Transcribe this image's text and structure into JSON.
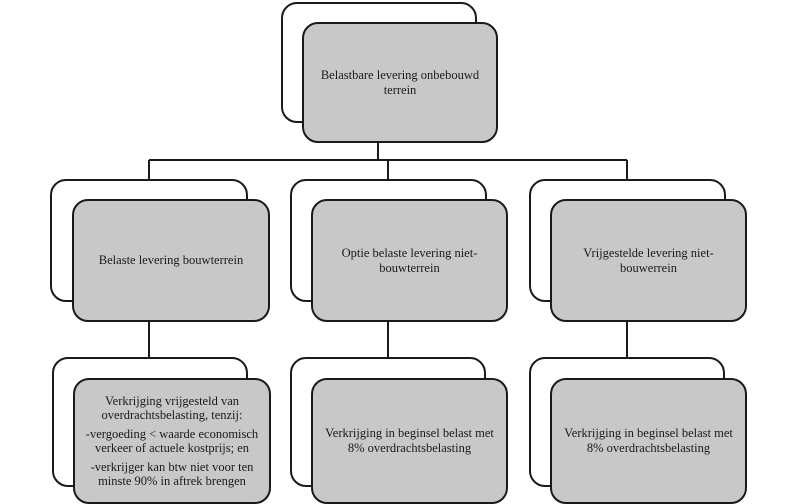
{
  "root": {
    "label": "Belastbare levering onbebouwd terrein"
  },
  "branches": [
    {
      "label": "Belaste levering bouwterrein",
      "detail": {
        "intro": "Verkrijging vrijgesteld van overdrachtsbelasting, tenzij:",
        "conditions": [
          "-vergoeding < waarde economisch verkeer of actuele kostprijs; en",
          "-verkrijger kan btw niet voor ten minste 90% in aftrek brengen"
        ]
      }
    },
    {
      "label": "Optie belaste levering niet-bouwterrein",
      "detail": {
        "text": "Verkrijging in beginsel belast met 8% overdrachtsbelasting"
      }
    },
    {
      "label": "Vrijgestelde levering niet-bouwerrein",
      "detail": {
        "text": "Verkrijging in beginsel belast met 8% overdrachtsbelasting"
      }
    }
  ]
}
